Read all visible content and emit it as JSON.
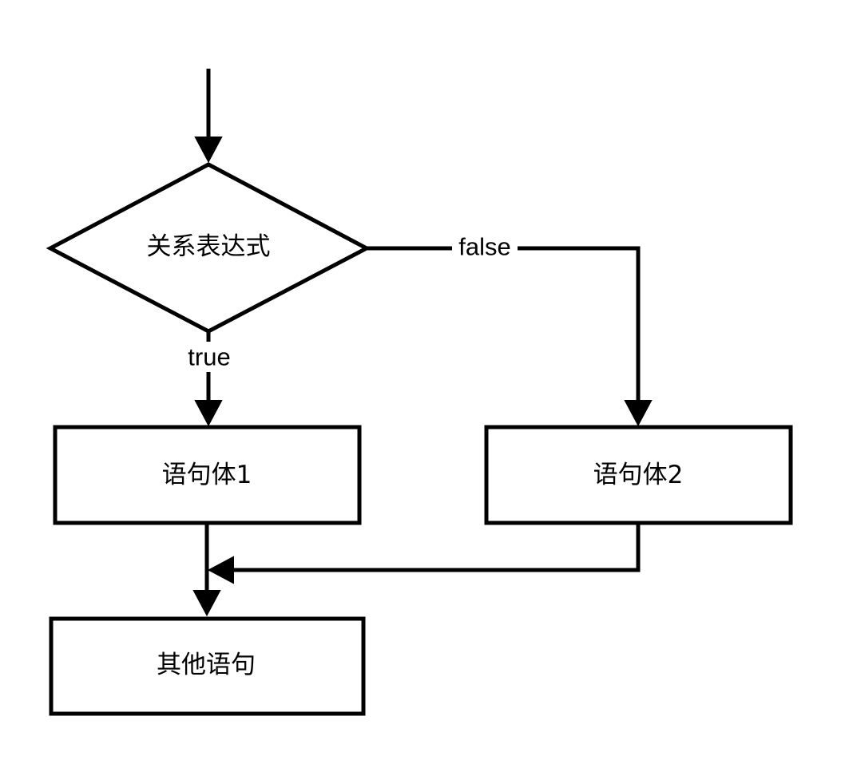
{
  "diagram": {
    "nodes": {
      "condition": {
        "label": "关系表达式"
      },
      "body1": {
        "label": "语句体1"
      },
      "body2": {
        "label": "语句体2"
      },
      "other": {
        "label": "其他语句"
      }
    },
    "edges": {
      "true_branch": {
        "label": "true"
      },
      "false_branch": {
        "label": "false"
      }
    },
    "colors": {
      "stroke": "#000000",
      "fill": "#ffffff"
    }
  }
}
